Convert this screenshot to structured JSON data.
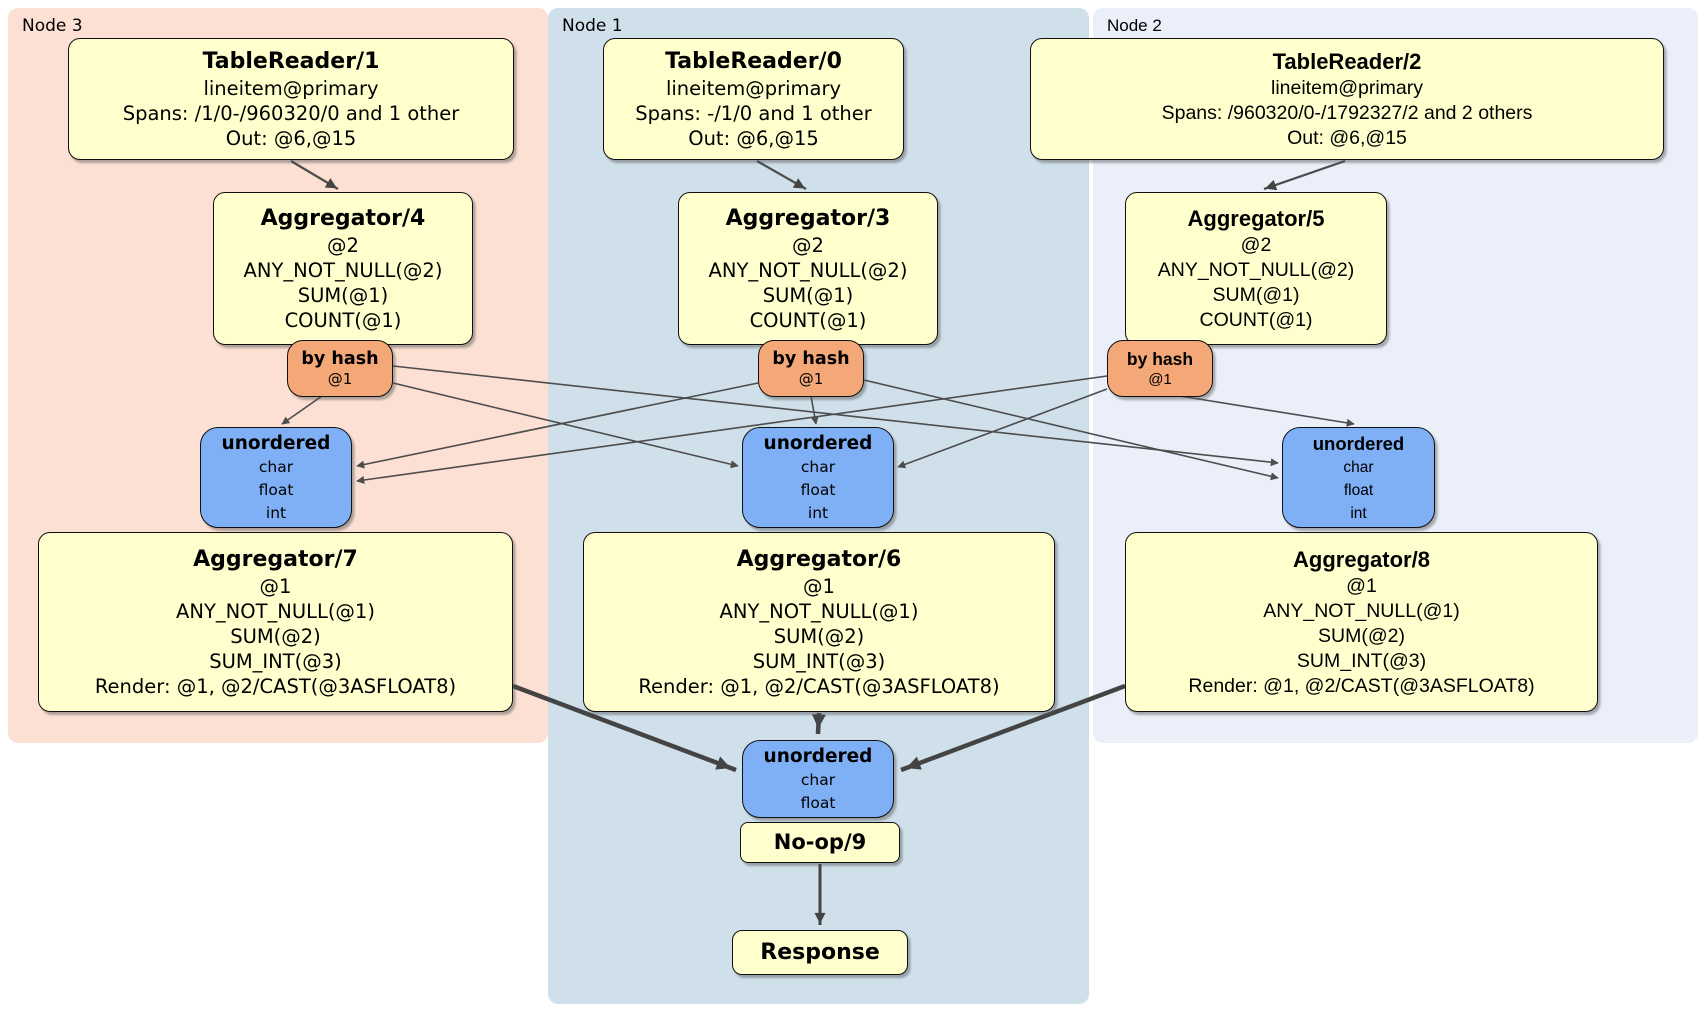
{
  "groups": [
    {
      "label": "Node 3",
      "boxes": {
        "table_reader": {
          "title": "TableReader/1",
          "lines": [
            "lineitem@primary",
            "Spans: /1/0-/960320/0 and 1 other",
            "Out: @6,@15"
          ]
        },
        "aggregator_pre": {
          "title": "Aggregator/4",
          "lines": [
            "@2",
            "ANY_NOT_NULL(@2)",
            "SUM(@1)",
            "COUNT(@1)"
          ]
        },
        "router": {
          "title": "by hash",
          "lines": [
            "@1"
          ]
        },
        "sync": {
          "title": "unordered",
          "lines": [
            "char",
            "float",
            "int"
          ]
        },
        "aggregator_final": {
          "title": "Aggregator/7",
          "lines": [
            "@1",
            "ANY_NOT_NULL(@1)",
            "SUM(@2)",
            "SUM_INT(@3)",
            "Render: @1, @2/CAST(@3ASFLOAT8)"
          ]
        }
      }
    },
    {
      "label": "Node 1",
      "boxes": {
        "table_reader": {
          "title": "TableReader/0",
          "lines": [
            "lineitem@primary",
            "Spans: -/1/0 and 1 other",
            "Out: @6,@15"
          ]
        },
        "aggregator_pre": {
          "title": "Aggregator/3",
          "lines": [
            "@2",
            "ANY_NOT_NULL(@2)",
            "SUM(@1)",
            "COUNT(@1)"
          ]
        },
        "router": {
          "title": "by hash",
          "lines": [
            "@1"
          ]
        },
        "sync": {
          "title": "unordered",
          "lines": [
            "char",
            "float",
            "int"
          ]
        },
        "aggregator_final": {
          "title": "Aggregator/6",
          "lines": [
            "@1",
            "ANY_NOT_NULL(@1)",
            "SUM(@2)",
            "SUM_INT(@3)",
            "Render: @1, @2/CAST(@3ASFLOAT8)"
          ]
        }
      }
    },
    {
      "label": "Node 2",
      "boxes": {
        "table_reader": {
          "title": "TableReader/2",
          "lines": [
            "lineitem@primary",
            "Spans: /960320/0-/1792327/2 and 2 others",
            "Out: @6,@15"
          ]
        },
        "aggregator_pre": {
          "title": "Aggregator/5",
          "lines": [
            "@2",
            "ANY_NOT_NULL(@2)",
            "SUM(@1)",
            "COUNT(@1)"
          ]
        },
        "router": {
          "title": "by hash",
          "lines": [
            "@1"
          ]
        },
        "sync": {
          "title": "unordered",
          "lines": [
            "char",
            "float",
            "int"
          ]
        },
        "aggregator_final": {
          "title": "Aggregator/8",
          "lines": [
            "@1",
            "ANY_NOT_NULL(@1)",
            "SUM(@2)",
            "SUM_INT(@3)",
            "Render: @1, @2/CAST(@3ASFLOAT8)"
          ]
        }
      }
    }
  ],
  "output_chain": {
    "sync": {
      "title": "unordered",
      "lines": [
        "char",
        "float"
      ]
    },
    "noop": {
      "title": "No-op/9"
    },
    "response": {
      "title": "Response"
    }
  },
  "colors": {
    "node3_bg": "#fce0d3",
    "node1_bg": "#d0e0eb",
    "node2_bg": "#eaeff9",
    "processor_fill": "#ffffcd",
    "router_fill": "#f4a777",
    "sync_fill": "#7fb0f5",
    "edge": "#4d4d4d"
  }
}
